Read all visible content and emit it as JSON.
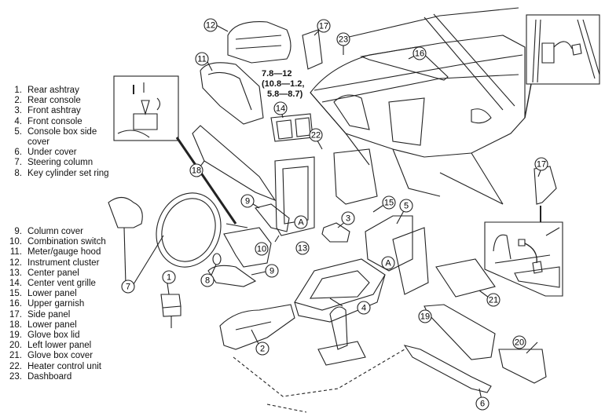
{
  "title": "Dashboard and console exploded view",
  "legend_top": [
    {
      "num": "1.",
      "label": "Rear ashtray"
    },
    {
      "num": "2.",
      "label": "Rear console"
    },
    {
      "num": "3.",
      "label": "Front ashtray"
    },
    {
      "num": "4.",
      "label": "Front console"
    },
    {
      "num": "5.",
      "label": "Console box side",
      "cont": "cover"
    },
    {
      "num": "6.",
      "label": "Under cover"
    },
    {
      "num": "7.",
      "label": "Steering column"
    },
    {
      "num": "8.",
      "label": "Key cylinder set ring"
    }
  ],
  "legend_bottom": [
    {
      "num": "9.",
      "label": "Column cover"
    },
    {
      "num": "10.",
      "label": "Combination switch"
    },
    {
      "num": "11.",
      "label": "Meter/gauge hood"
    },
    {
      "num": "12.",
      "label": "Instrument cluster"
    },
    {
      "num": "13.",
      "label": "Center panel"
    },
    {
      "num": "14.",
      "label": "Center vent grille"
    },
    {
      "num": "15.",
      "label": "Lower panel"
    },
    {
      "num": "16.",
      "label": "Upper garnish"
    },
    {
      "num": "17.",
      "label": "Side panel"
    },
    {
      "num": "18.",
      "label": "Lower panel"
    },
    {
      "num": "19.",
      "label": "Glove box lid"
    },
    {
      "num": "20.",
      "label": "Left lower panel"
    },
    {
      "num": "21.",
      "label": "Glove box cover"
    },
    {
      "num": "22.",
      "label": "Heater control unit"
    },
    {
      "num": "23.",
      "label": "Dashboard"
    }
  ],
  "torque_spec": {
    "line1": "7.8—12",
    "line2": "(10.8—1.2,",
    "line3": "5.8—8.7)"
  },
  "callouts": [
    {
      "id": "12",
      "label": "12"
    },
    {
      "id": "11",
      "label": "11"
    },
    {
      "id": "17a",
      "label": "17"
    },
    {
      "id": "23",
      "label": "23"
    },
    {
      "id": "16",
      "label": "16"
    },
    {
      "id": "14",
      "label": "14"
    },
    {
      "id": "22",
      "label": "22"
    },
    {
      "id": "18",
      "label": "18"
    },
    {
      "id": "9a",
      "label": "9"
    },
    {
      "id": "A1",
      "label": "A"
    },
    {
      "id": "13",
      "label": "13"
    },
    {
      "id": "3",
      "label": "3"
    },
    {
      "id": "15",
      "label": "15"
    },
    {
      "id": "5",
      "label": "5"
    },
    {
      "id": "A2",
      "label": "A"
    },
    {
      "id": "17b",
      "label": "17"
    },
    {
      "id": "10",
      "label": "10"
    },
    {
      "id": "9b",
      "label": "9"
    },
    {
      "id": "8",
      "label": "8"
    },
    {
      "id": "7",
      "label": "7"
    },
    {
      "id": "1",
      "label": "1"
    },
    {
      "id": "4",
      "label": "4"
    },
    {
      "id": "2",
      "label": "2"
    },
    {
      "id": "21",
      "label": "21"
    },
    {
      "id": "19",
      "label": "19"
    },
    {
      "id": "20",
      "label": "20"
    },
    {
      "id": "6",
      "label": "6"
    }
  ]
}
